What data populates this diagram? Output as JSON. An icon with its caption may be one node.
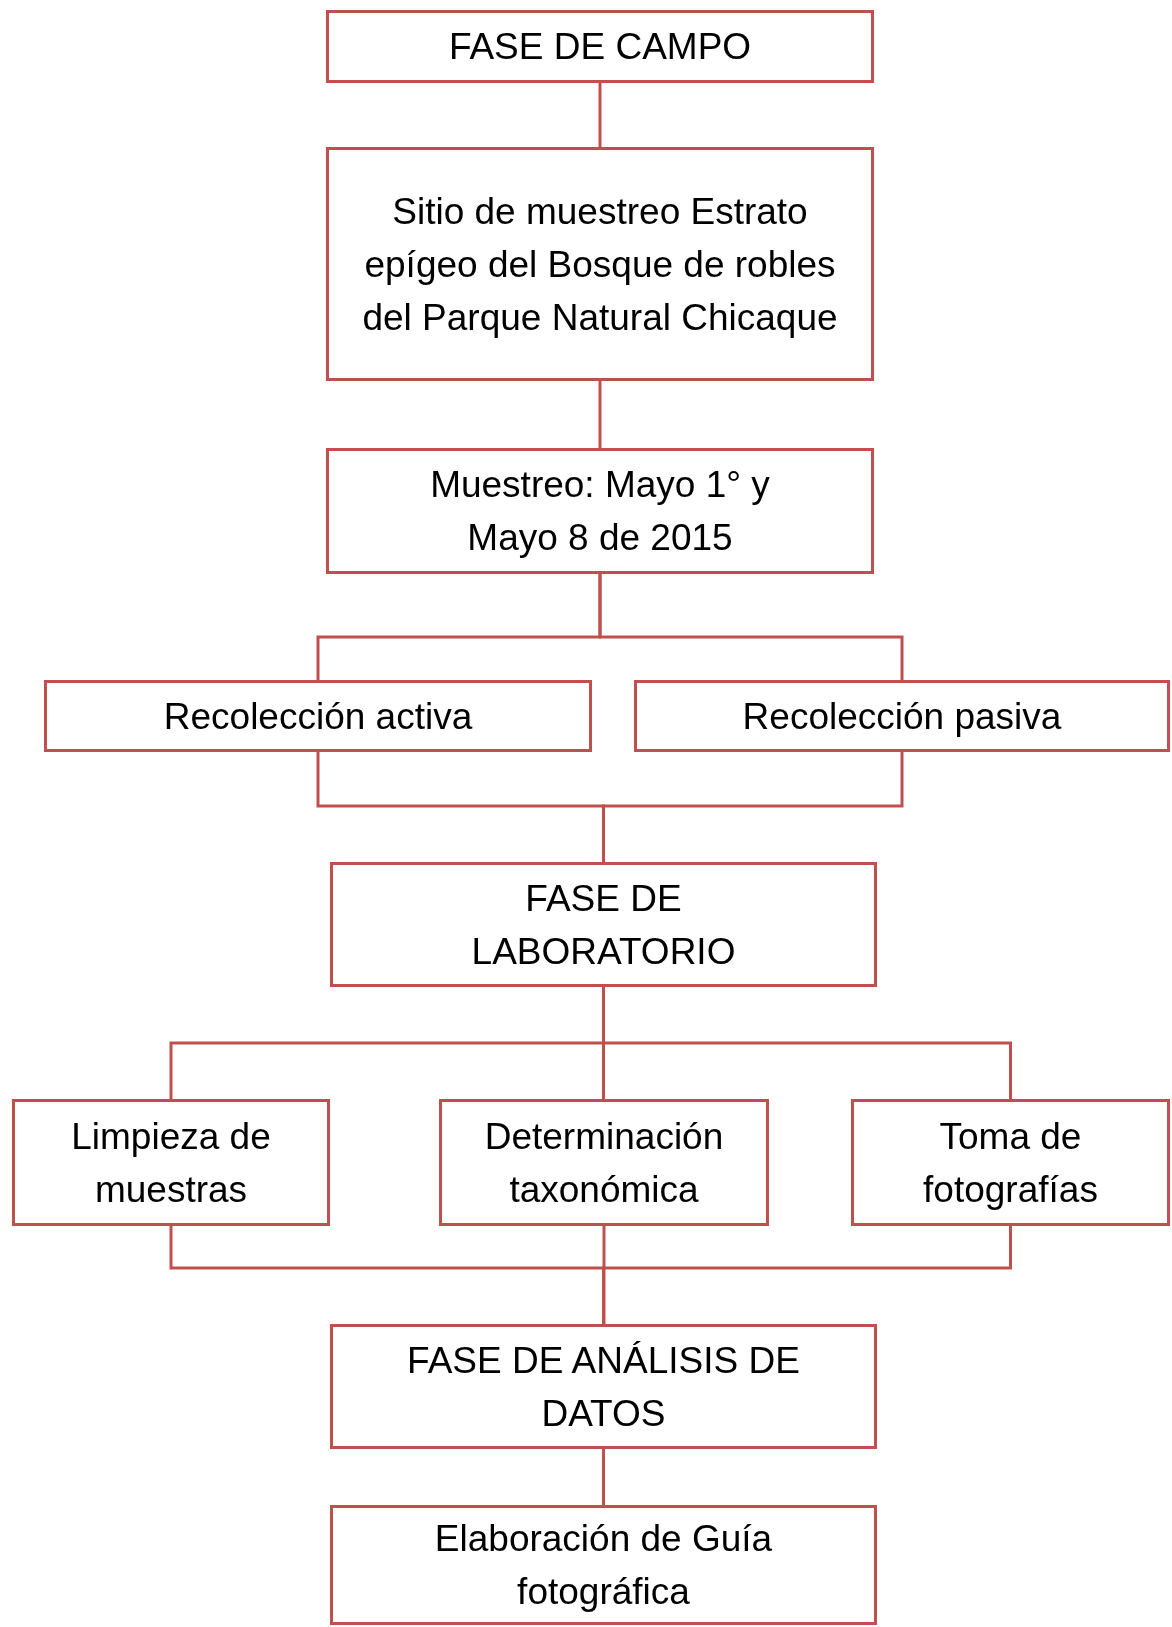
{
  "diagram": {
    "nodes": [
      {
        "text": [
          "FASE DE CAMPO"
        ]
      },
      {
        "text": [
          "Sitio de muestreo Estrato epígeo del Bosque de robles del Parque Natural Chicaque"
        ]
      },
      {
        "text": [
          "Muestreo: Mayo 1° y Mayo 8 de 2015"
        ]
      },
      {
        "text": [
          "Recolección activa"
        ]
      },
      {
        "text": [
          "Recolección pasiva"
        ]
      },
      {
        "text": [
          "FASE DE LABORATORIO"
        ]
      },
      {
        "text": [
          "Limpieza de muestras"
        ]
      },
      {
        "text": [
          "Determinación taxonómica"
        ]
      },
      {
        "text": [
          "Toma de fotografías"
        ]
      },
      {
        "text": [
          "FASE DE ANÁLISIS DE DATOS"
        ]
      },
      {
        "text": [
          "Elaboración de Guía fotográfica"
        ]
      }
    ],
    "edges": [
      {
        "from": 0,
        "to": 1,
        "arrow": "none"
      },
      {
        "from": 1,
        "to": 2,
        "arrow": "none"
      },
      {
        "from": 2,
        "to": 3,
        "arrow": "none"
      },
      {
        "from": 2,
        "to": 4,
        "arrow": "none"
      },
      {
        "from": 3,
        "to": 5,
        "arrow": "none"
      },
      {
        "from": 4,
        "to": 5,
        "arrow": "none"
      },
      {
        "from": 5,
        "to": 6,
        "arrow": "none"
      },
      {
        "from": 5,
        "to": 7,
        "arrow": "none"
      },
      {
        "from": 5,
        "to": 8,
        "arrow": "none"
      },
      {
        "from": 6,
        "to": 9,
        "arrow": "none"
      },
      {
        "from": 7,
        "to": 9,
        "arrow": "none"
      },
      {
        "from": 8,
        "to": 9,
        "arrow": "none"
      },
      {
        "from": 9,
        "to": 10,
        "arrow": "none"
      }
    ]
  }
}
